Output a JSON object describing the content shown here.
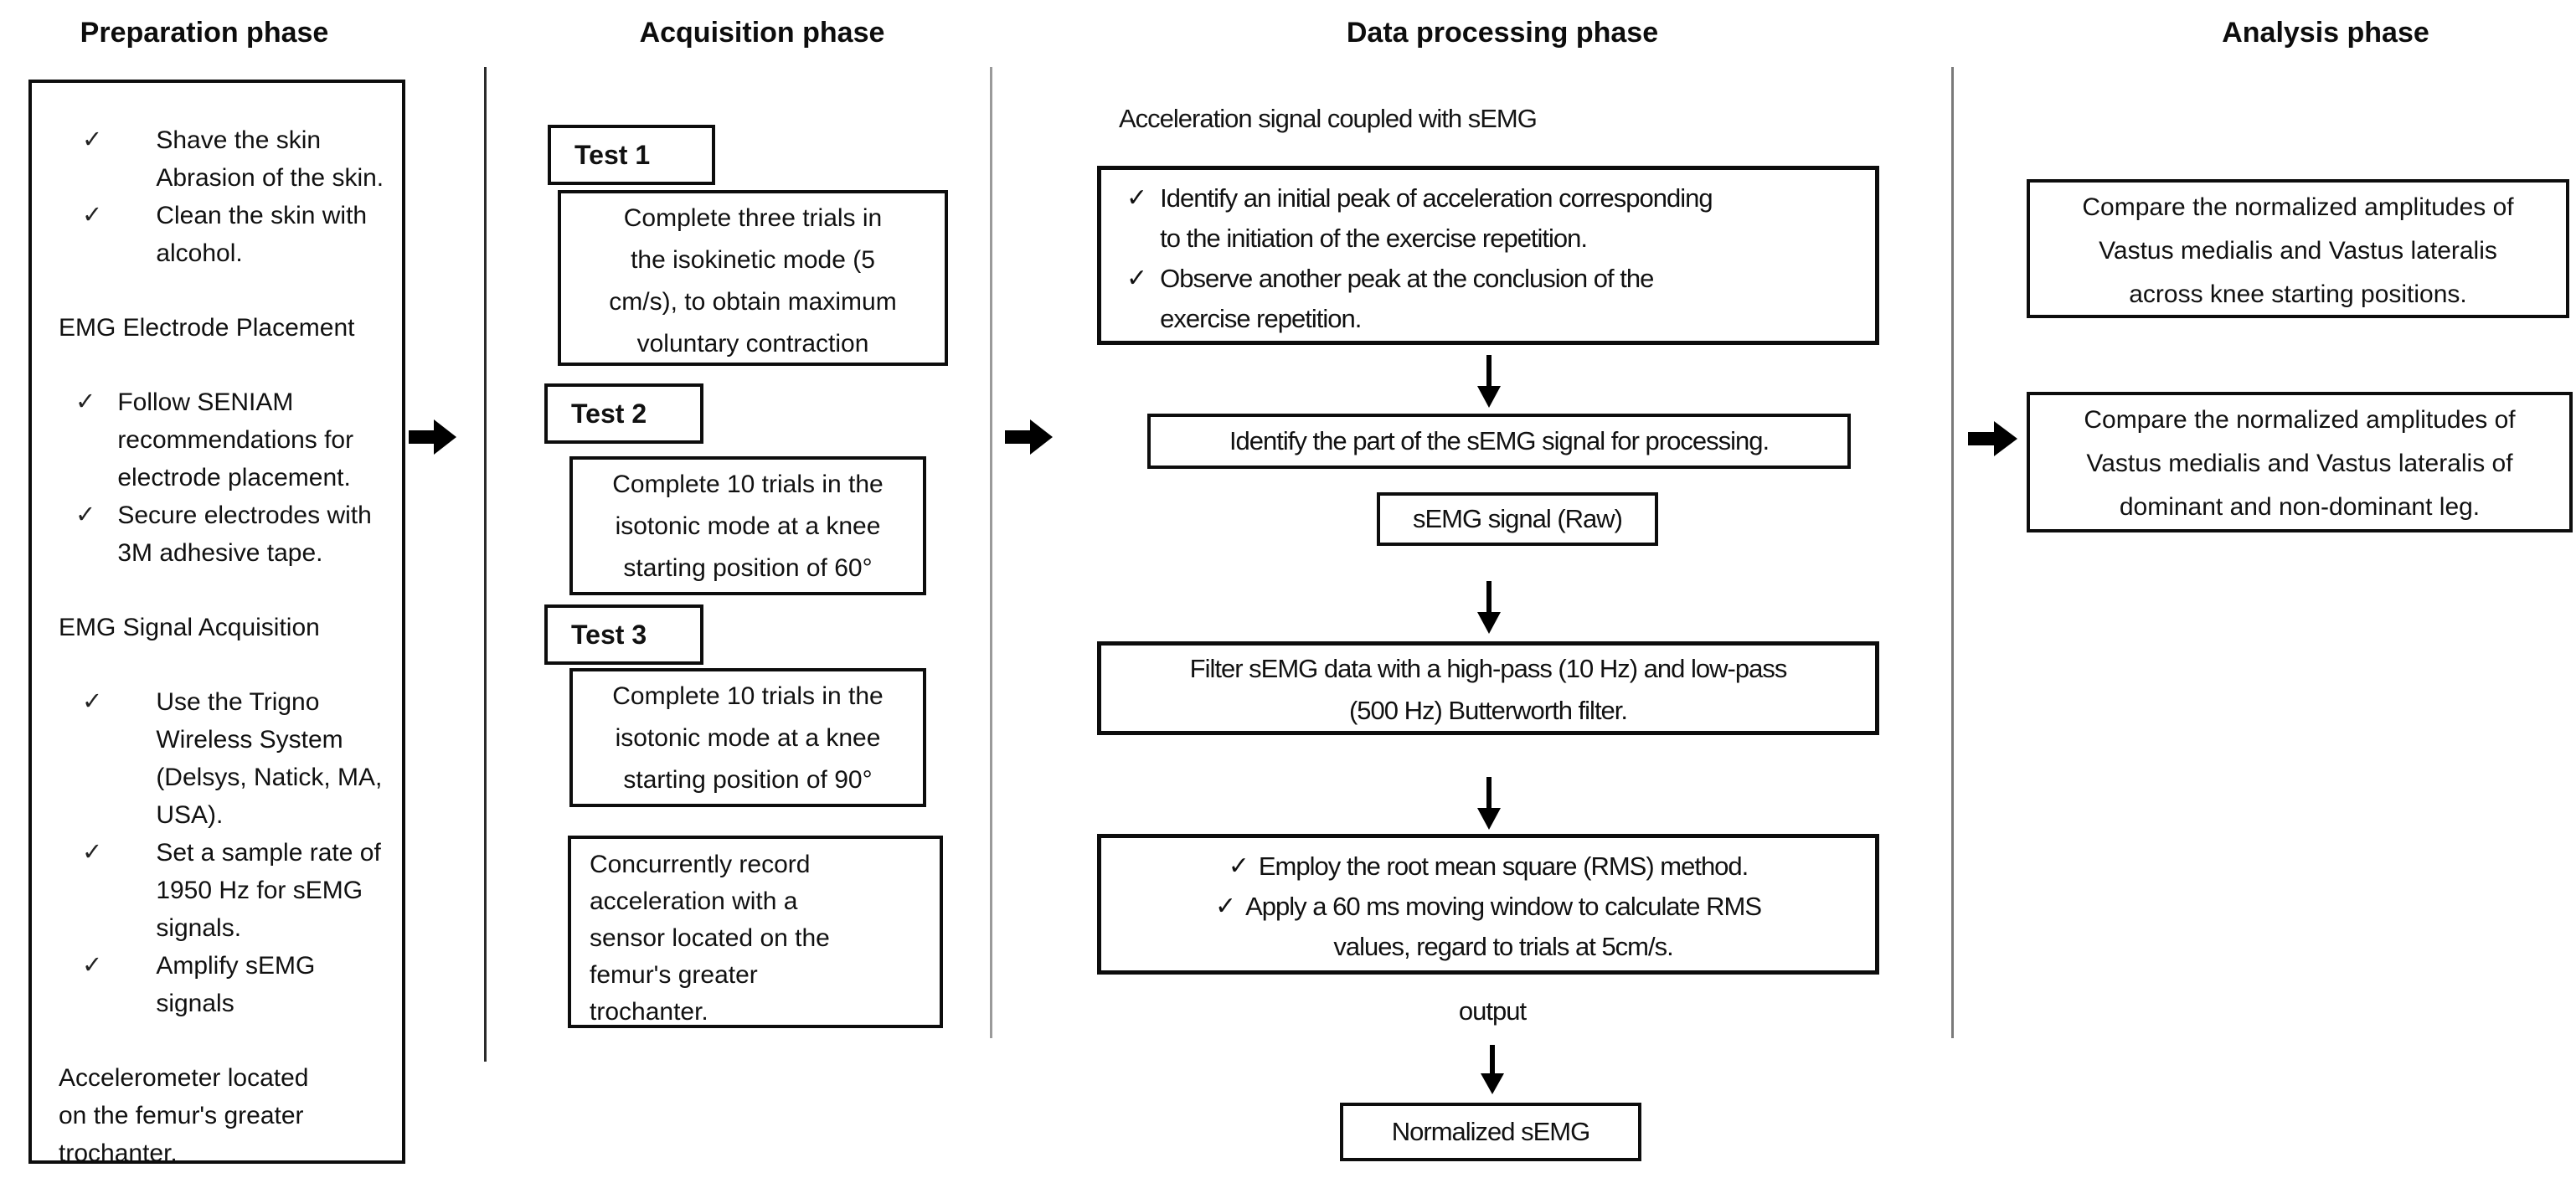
{
  "glyphs": {
    "check": "✓"
  },
  "titles": {
    "preparation": "Preparation phase",
    "acquisition": "Acquisition phase",
    "processing": "Data processing phase",
    "analysis": "Analysis phase"
  },
  "preparation": {
    "items": [
      {
        "check": true,
        "text": "Shave the skin\nAbrasion of the skin."
      },
      {
        "check": true,
        "text": "Clean the skin with\nalcohol."
      },
      {
        "check": false,
        "text": "EMG Electrode Placement"
      },
      {
        "check": true,
        "text": "Follow SENIAM\nrecommendations for\nelectrode placement."
      },
      {
        "check": true,
        "text": "Secure electrodes with\n3M adhesive tape."
      },
      {
        "check": false,
        "text": "EMG Signal Acquisition"
      },
      {
        "check": true,
        "text": "Use the Trigno\nWireless System\n(Delsys, Natick, MA,\nUSA)."
      },
      {
        "check": true,
        "text": "Set a sample rate of\n1950 Hz for sEMG\nsignals."
      },
      {
        "check": true,
        "text": "Amplify sEMG signals"
      },
      {
        "check": false,
        "text": "Accelerometer  located\non the femur's greater\ntrochanter."
      }
    ]
  },
  "acquisition": {
    "test1_label": "Test 1",
    "test1_desc": "Complete three trials in\nthe isokinetic mode (5\ncm/s), to obtain maximum\nvoluntary contraction",
    "test2_label": "Test  2",
    "test2_desc": "Complete 10 trials in the\nisotonic mode  at a knee\nstarting position of 60°",
    "test3_label": "Test  3",
    "test3_desc": "Complete 10 trials in the\nisotonic mode  at a knee\nstarting position of 90°",
    "accel_note": "Concurrently record\nacceleration with a\nsensor located on the\nfemur's greater\ntrochanter."
  },
  "processing": {
    "intro": "Acceleration signal coupled with sEMG",
    "peaks_box": {
      "item1": "Identify an initial peak of acceleration corresponding\nto the initiation of the exercise repetition.",
      "item2": "Observe another peak at the conclusion of the\nexercise repetition."
    },
    "identify_box": "Identify the part of the sEMG signal for processing.",
    "raw_box": "sEMG signal (Raw)",
    "filter_box": "Filter sEMG data with a high-pass (10 Hz) and low-pass\n(500 Hz) Butterworth filter.",
    "rms_box": {
      "item1": "Employ the root mean square (RMS) method.",
      "item2": "Apply a 60 ms moving window to calculate RMS\nvalues, regard to trials at 5cm/s."
    },
    "output_label": "output",
    "result_box": "Normalized sEMG"
  },
  "analysis": {
    "box1": "Compare the normalized amplitudes of\nVastus medialis and Vastus lateralis\nacross knee starting positions.",
    "box2": "Compare the normalized amplitudes of\nVastus medialis and Vastus lateralis of\ndominant and non-dominant leg."
  },
  "colors": {
    "border": "#0d0d0d",
    "divider1": "#2b2b2b",
    "divider2": "#9a9a9a",
    "divider3": "#7a7a7a",
    "arrow": "#000000"
  }
}
